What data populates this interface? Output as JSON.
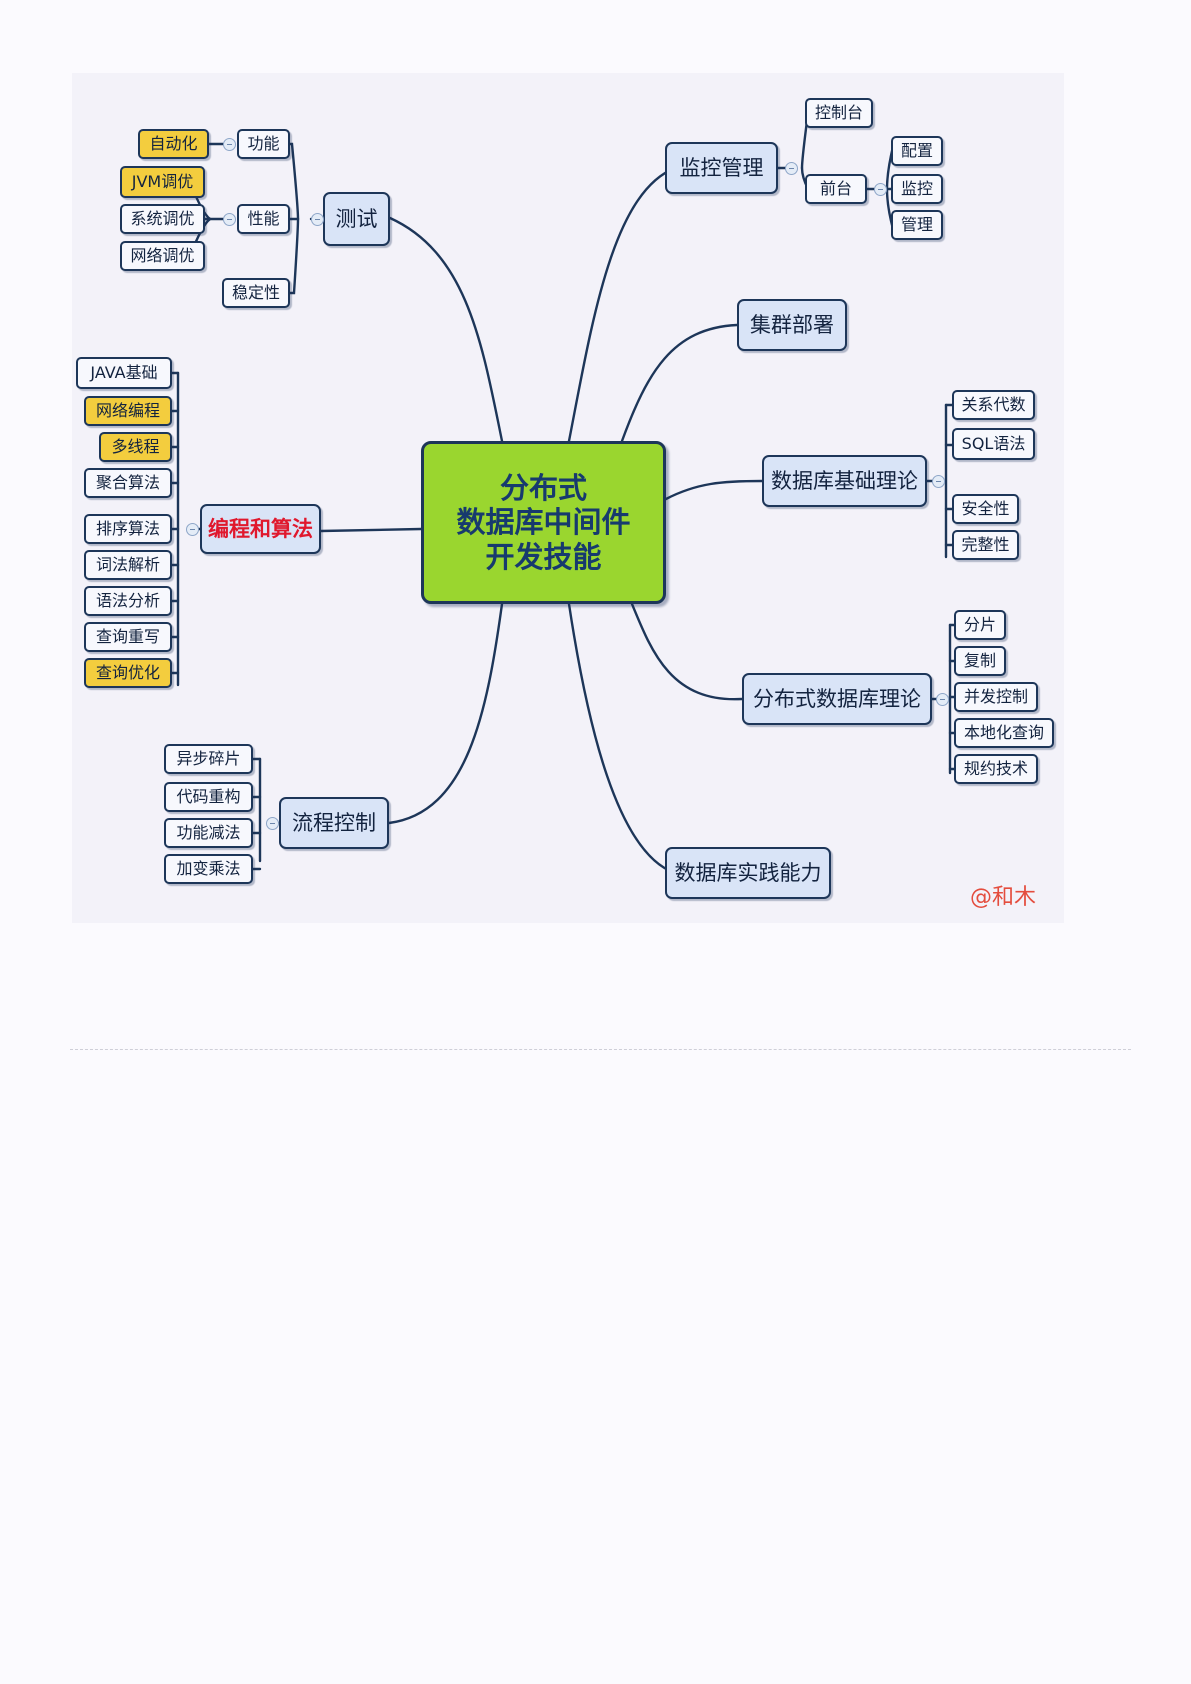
{
  "center": {
    "lines": [
      "分布式",
      "数据库中间件",
      "开发技能"
    ]
  },
  "branches": {
    "testing": {
      "label": "测试",
      "func": {
        "label": "功能",
        "items": [
          "自动化"
        ]
      },
      "perf": {
        "label": "性能",
        "items": [
          "JVM调优",
          "系统调优",
          "网络调优"
        ]
      },
      "stability": {
        "label": "稳定性"
      }
    },
    "programming": {
      "label": "编程和算法",
      "items": [
        "JAVA基础",
        "网络编程",
        "多线程",
        "聚合算法",
        "排序算法",
        "词法解析",
        "语法分析",
        "查询重写",
        "查询优化"
      ]
    },
    "flow": {
      "label": "流程控制",
      "items": [
        "异步碎片",
        "代码重构",
        "功能减法",
        "加变乘法"
      ]
    },
    "monitor": {
      "label": "监控管理",
      "console": "控制台",
      "frontend": {
        "label": "前台",
        "items": [
          "配置",
          "监控",
          "管理"
        ]
      }
    },
    "cluster": {
      "label": "集群部署"
    },
    "dbtheory": {
      "label": "数据库基础理论",
      "items": [
        "关系代数",
        "SQL语法",
        "安全性",
        "完整性"
      ]
    },
    "distributed": {
      "label": "分布式数据库理论",
      "items": [
        "分片",
        "复制",
        "并发控制",
        "本地化查询",
        "规约技术"
      ]
    },
    "practice": {
      "label": "数据库实践能力"
    }
  },
  "watermark": "@和木",
  "colors": {
    "background": "#f3f2f9",
    "center": "#9ad62f",
    "topic": "#d9e4f7",
    "highlight": "#f3cd3e",
    "line": "#1d3659",
    "emphasis": "#e0182d"
  }
}
